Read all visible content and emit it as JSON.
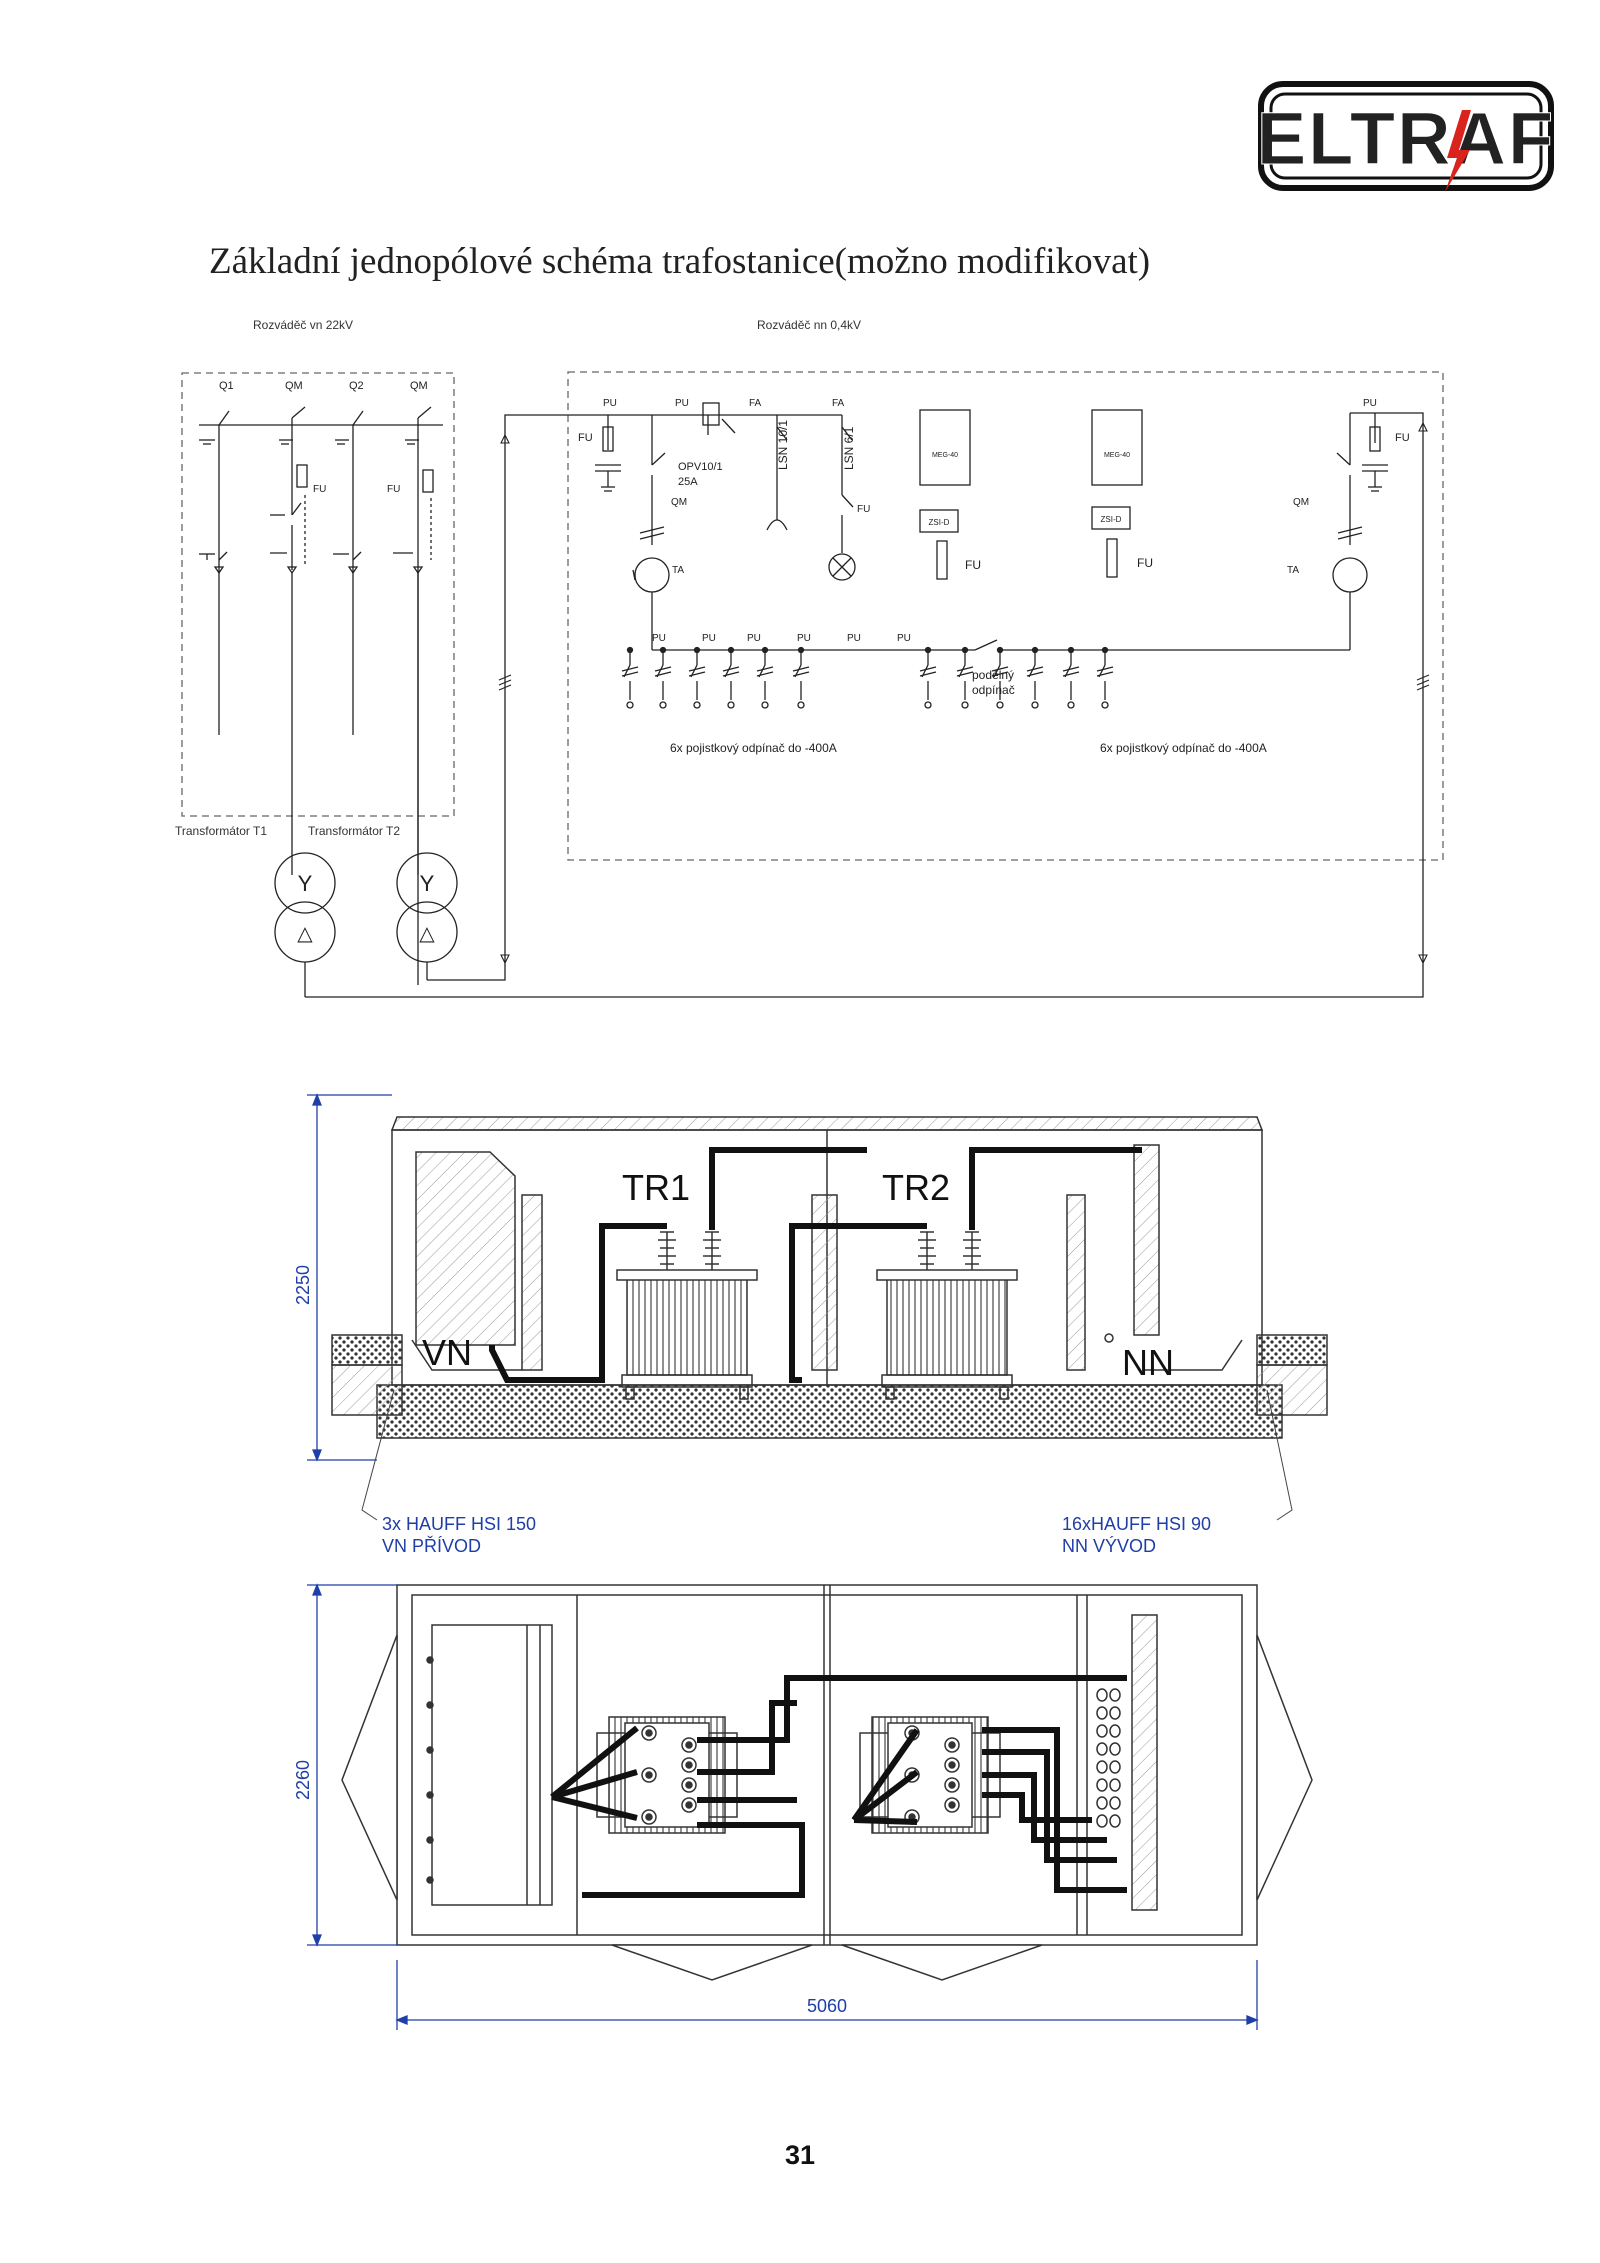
{
  "logo": {
    "text": "ELTRAF",
    "accent": "#d9231c"
  },
  "title": "Základní jednopólové schéma trafostanice(možno modifikovat)",
  "schema": {
    "hv_switchboard": "Rozváděč vn 22kV",
    "lv_switchboard": "Rozváděč nn 0,4kV",
    "hv_labels": [
      "Q1",
      "QM",
      "Q2",
      "QM"
    ],
    "fu": "FU",
    "pu": "PU",
    "fa": "FA",
    "qm": "QM",
    "ta": "TA",
    "opv": "OPV10/1",
    "opv_rating": "25A",
    "lsn_10": "LSN 10/1",
    "lsn_6": "LSN 6/1",
    "meg": "MEG-40",
    "zsi": "ZSI-D",
    "longitudinal_line1": "podélný",
    "longitudinal_line2": "odpínač",
    "fuse_group_left": "6x pojistkový odpínač do -400A",
    "fuse_group_right": "6x pojistkový odpínač do -400A",
    "transformer_t1": "Transformátor T1",
    "transformer_t2": "Transformátor T2",
    "winding_star": "Y",
    "winding_delta": "△"
  },
  "station": {
    "tr1": "TR1",
    "tr2": "TR2",
    "vn": "VN",
    "nn": "NN",
    "height_dim": "2250",
    "width_dim": "2260",
    "length_dim": "5060",
    "hv_cable_line1": "3x HAUFF HSI 150",
    "hv_cable_line2": "VN PŘÍVOD",
    "lv_cable_line1": "16xHAUFF HSI 90",
    "lv_cable_line2": "NN VÝVOD",
    "dimension_color": "#1f3fa8"
  },
  "page_number": "31"
}
